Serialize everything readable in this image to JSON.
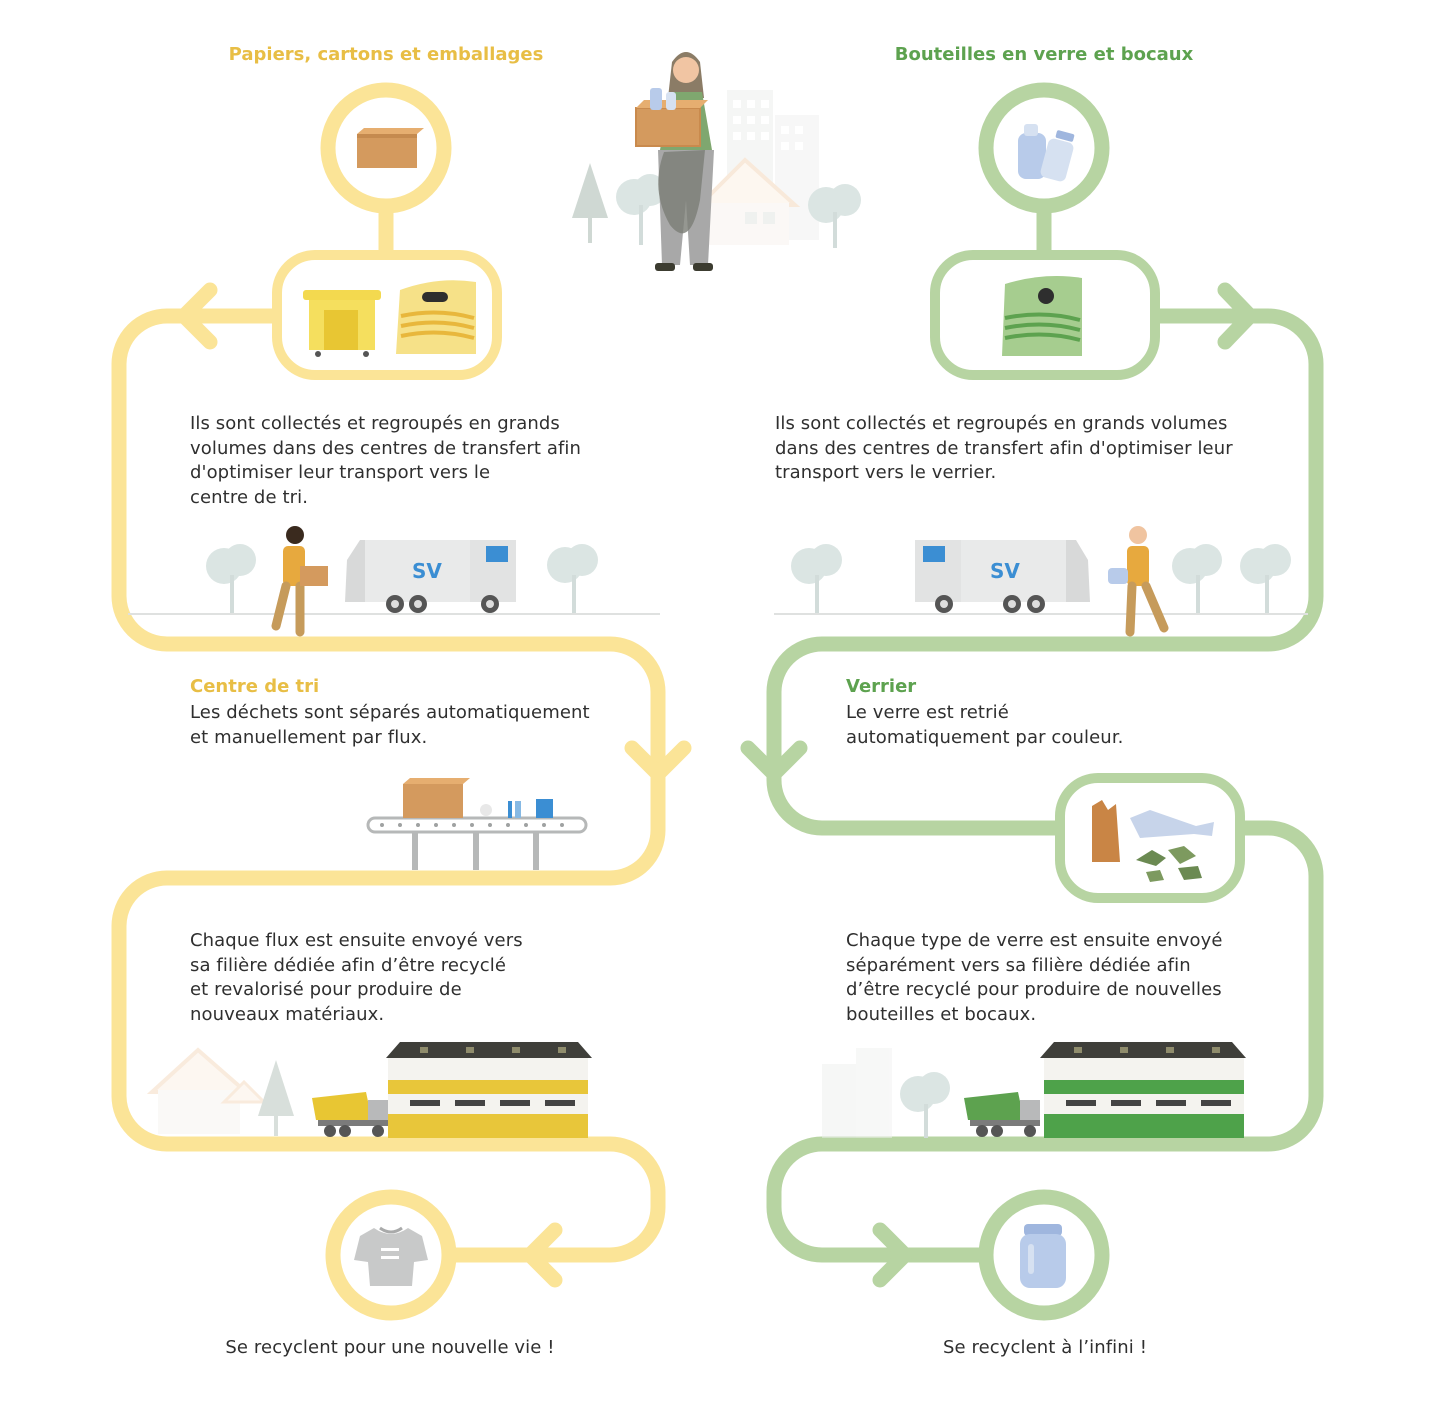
{
  "colors": {
    "yellow_path": "#fbe497",
    "green_path": "#b7d4a2",
    "yellow_title": "#e8be45",
    "green_title": "#5da24f",
    "text": "#2f2f2f"
  },
  "paper": {
    "title": "Papiers, cartons et emballages",
    "collect_lines": [
      "Ils sont collectés et regroupés en grands",
      "volumes dans des centres de transfert afin",
      "d'optimiser leur transport vers le",
      "centre de tri."
    ],
    "sorting_title": "Centre de tri",
    "sorting_lines": [
      "Les déchets sont séparés automatiquement",
      "et manuellement par flux."
    ],
    "dispatch_lines": [
      "Chaque flux est ensuite envoyé vers",
      "sa filière dédiée afin d’être recyclé",
      "et revalorisé pour produire de",
      "nouveaux matériaux."
    ],
    "outcome": "Se recyclent pour une nouvelle vie !"
  },
  "glass": {
    "title": "Bouteilles en verre et bocaux",
    "collect_lines": [
      "Ils sont collectés et regroupés en grands volumes",
      "dans des centres de transfert afin d'optimiser leur",
      "transport vers le verrier."
    ],
    "glassworks_title": "Verrier",
    "glassworks_lines": [
      "Le verre est retrié",
      "automatiquement par couleur."
    ],
    "dispatch_lines": [
      "Chaque type de verre est ensuite envoyé",
      "séparément vers sa filière dédiée afin",
      "d’être recyclé pour produire de nouvelles",
      "bouteilles et bocaux."
    ],
    "outcome": "Se recyclent à l’infini !"
  },
  "icons": {
    "paper_start": "cardboard-box-icon",
    "paper_bins": "yellow-bin-and-bag-icon",
    "paper_end": "tshirt-icon",
    "glass_start": "glass-bottles-icon",
    "glass_bin": "green-bag-icon",
    "glass_sorted": "broken-glass-icon",
    "glass_end": "glass-jar-icon"
  }
}
